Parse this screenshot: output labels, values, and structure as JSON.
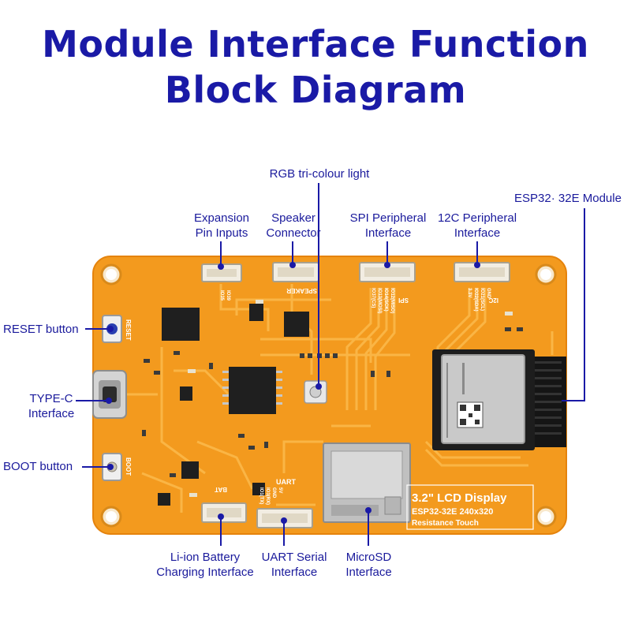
{
  "title": {
    "line1": "Module Interface Function",
    "line2": "Block Diagram"
  },
  "callouts": {
    "rgb": "RGB tri-colour light",
    "expansion": [
      "Expansion",
      "Pin Inputs"
    ],
    "speaker": [
      "Speaker",
      "Connector"
    ],
    "spi": [
      "SPI Peripheral",
      "Interface"
    ],
    "i2c": [
      "12C Peripheral",
      "Interface"
    ],
    "esp32": "ESP32· 32E Module",
    "reset": "RESET button",
    "typec": [
      "TYPE-C",
      "Interface"
    ],
    "boot": "BOOT button",
    "battery": [
      "Li-ion Battery",
      "Charging Interface"
    ],
    "uart": [
      "UART Serial",
      "Interface"
    ],
    "microsd": [
      "MicroSD",
      "Interface"
    ]
  },
  "board": {
    "silk_reset": "RESET",
    "silk_boot": "BOOT",
    "silk_speaker": "SPEAKER",
    "silk_spi": "SPI",
    "silk_i2c": "I2C",
    "silk_bat": "BAT",
    "silk_uart": "UART",
    "silk_io": [
      "IO35",
      "IO39"
    ],
    "silk_spi_pins": [
      "IO37(CS)",
      "IO13(MOSI)",
      "IO14(SCK)",
      "IO12(MISO)"
    ],
    "silk_i2c_pins": [
      "3.3V",
      "IO22(SDA)",
      "IO21(SCL)",
      "GND"
    ],
    "silk_uart_pins": [
      "IO1(TX)",
      "IO3(RX)",
      "GND",
      "5V"
    ],
    "lcd_title": "3.2\" LCD Display",
    "lcd_model": "ESP32-32E  240x320",
    "lcd_touch": "Resistance Touch"
  },
  "colors": {
    "board": "#f39a1e",
    "board_edge": "#e5830c",
    "trace": "#fbb94a",
    "text_blue": "#1a1aa6",
    "chip": "#1f1f1f",
    "connector": "#f2ede2"
  }
}
